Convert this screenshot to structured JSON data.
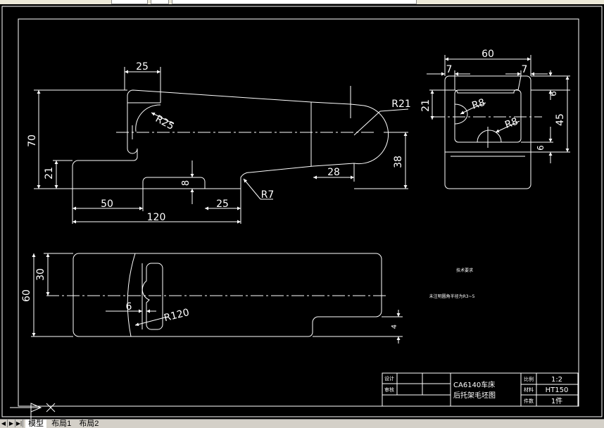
{
  "window": {
    "tabs": [
      "模型",
      "布局1",
      "布局2"
    ],
    "active_tab": "模型",
    "nav_buttons": [
      "◀",
      "▶",
      "▶|"
    ]
  },
  "drawing": {
    "dims_front": {
      "top_width": "25",
      "height": "70",
      "left_step": "21",
      "radius_slot": "R25",
      "radius_end": "R21",
      "right_height": "38",
      "right_step": "28",
      "notch_depth": "8",
      "left_len": "50",
      "notch_len": "25",
      "radius_notch": "R7",
      "total_len": "120"
    },
    "dims_side": {
      "width": "60",
      "left_margin": "7",
      "right_margin": "7",
      "top_wall": "6",
      "height": "45",
      "bottom_wall": "6",
      "left_height": "21",
      "radius_top": "R8",
      "radius_bottom": "R8"
    },
    "dims_top": {
      "half_width": "30",
      "width": "60",
      "slot_width": "6",
      "radius_big": "R120",
      "small_step": "4"
    },
    "notes": {
      "heading": "技术要求",
      "line1": "未注明圆角半径为R3~5"
    },
    "title_block": {
      "part_line1": "CA6140车床",
      "part_line2": "后托架毛坯图",
      "row_labels": [
        "设计",
        "审核"
      ],
      "right_labels": [
        "比例",
        "材料",
        "件数"
      ],
      "scale": "1:2",
      "material": "HT150",
      "quantity": "1件"
    }
  }
}
